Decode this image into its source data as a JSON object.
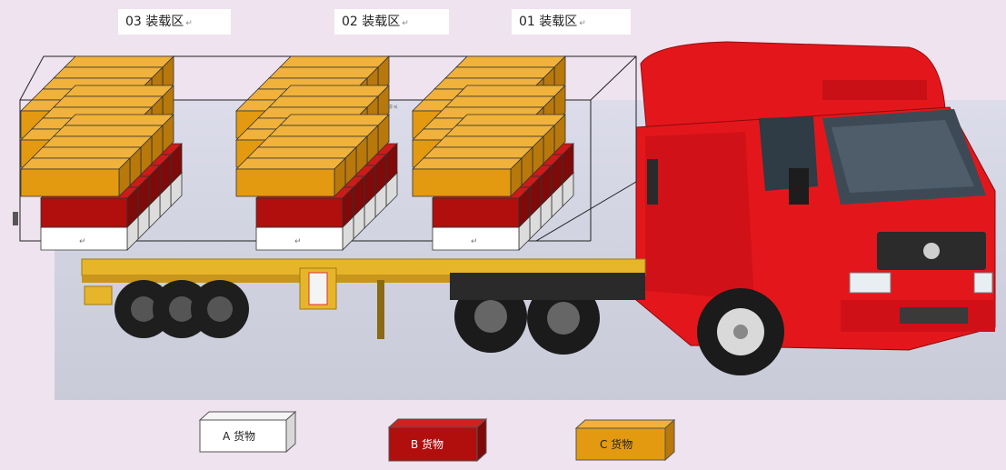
{
  "zones": [
    {
      "label": "03 装载区"
    },
    {
      "label": "02 装载区"
    },
    {
      "label": "01 装载区"
    }
  ],
  "legend": [
    {
      "label": "A 货物",
      "color": "#ffffff"
    },
    {
      "label": "B 货物",
      "color": "#b10e0e"
    },
    {
      "label": "C 货物",
      "color": "#e39a10"
    }
  ],
  "return_mark": "↵",
  "colors": {
    "cargo_a": "#ffffff",
    "cargo_b": "#b10e0e",
    "cargo_c": "#e39a10",
    "truck_red": "#e3171b",
    "trailer_yellow": "#e6b52a"
  }
}
